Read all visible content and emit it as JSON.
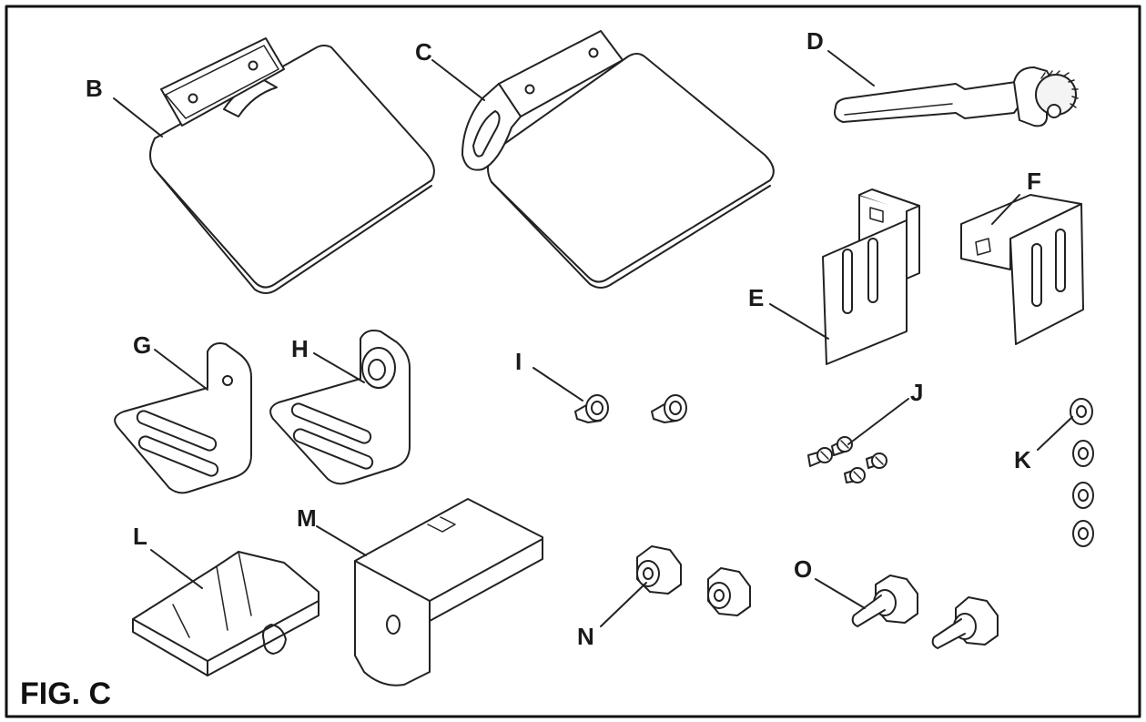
{
  "figure": {
    "caption": "FIG. C",
    "parts": [
      {
        "id": "B",
        "label": "B"
      },
      {
        "id": "C",
        "label": "C"
      },
      {
        "id": "D",
        "label": "D"
      },
      {
        "id": "E",
        "label": "E"
      },
      {
        "id": "F",
        "label": "F"
      },
      {
        "id": "G",
        "label": "G"
      },
      {
        "id": "H",
        "label": "H"
      },
      {
        "id": "I",
        "label": "I"
      },
      {
        "id": "J",
        "label": "J"
      },
      {
        "id": "K",
        "label": "K"
      },
      {
        "id": "L",
        "label": "L"
      },
      {
        "id": "M",
        "label": "M"
      },
      {
        "id": "N",
        "label": "N"
      },
      {
        "id": "O",
        "label": "O"
      }
    ]
  }
}
